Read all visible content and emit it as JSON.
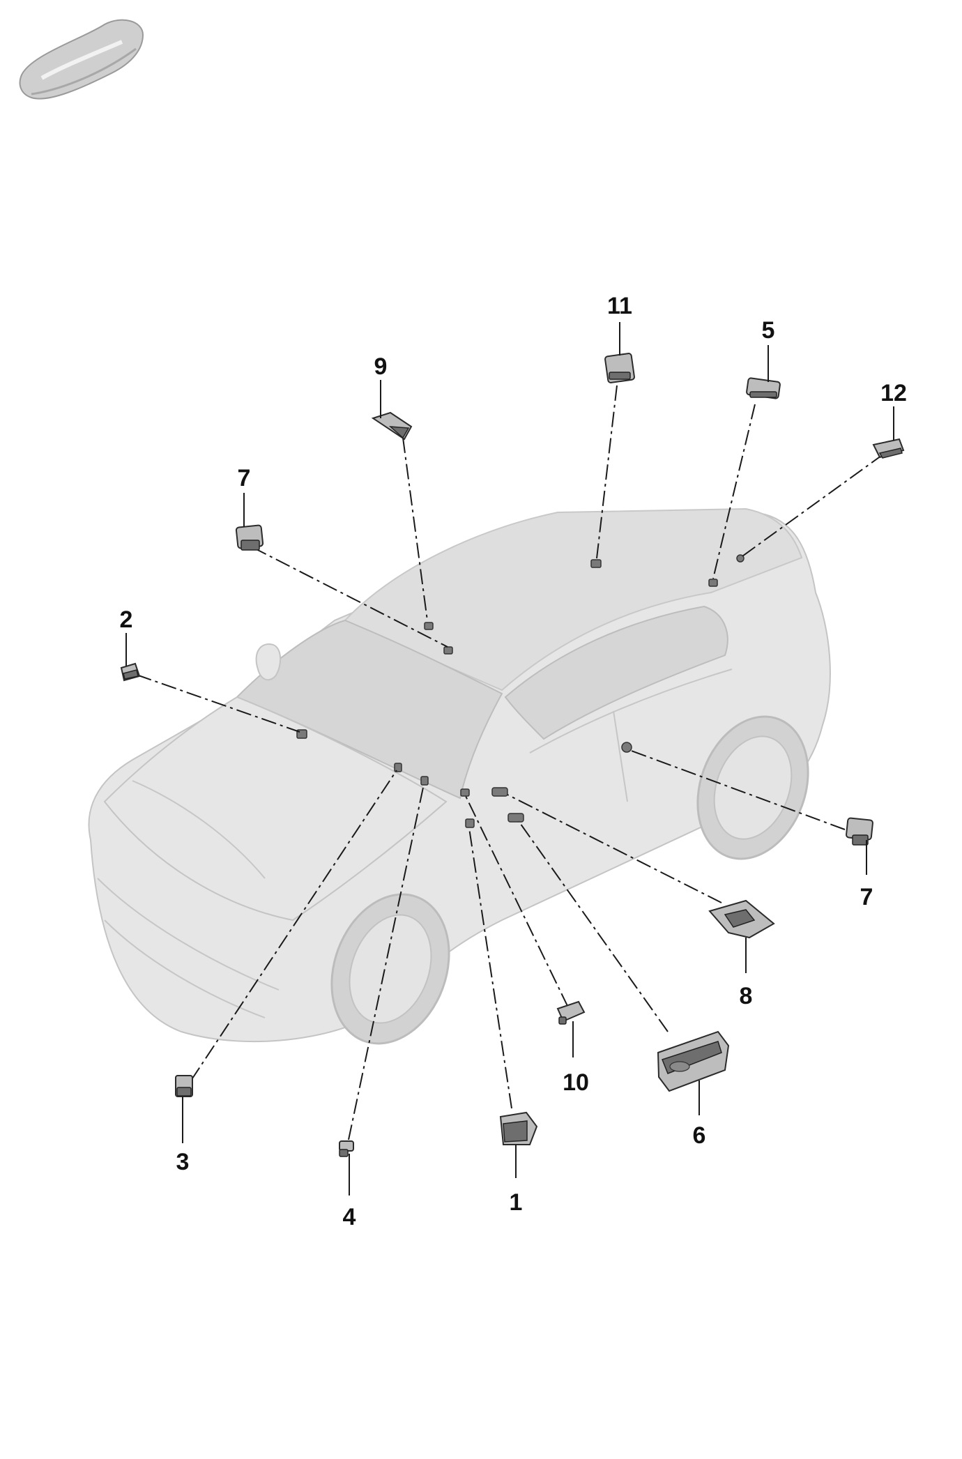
{
  "callouts": {
    "c1": "1",
    "c2": "2",
    "c3": "3",
    "c4": "4",
    "c5": "5",
    "c6": "6",
    "c7a": "7",
    "c7b": "7",
    "c8": "8",
    "c9": "9",
    "c10": "10",
    "c11": "11",
    "c12": "12"
  },
  "colors": {
    "background": "#ffffff",
    "vehicle_body": "#e6e6e6",
    "part_fill": "#bdbdbd",
    "leader_line": "#1a1a1a",
    "label_text": "#111111"
  },
  "icons": {
    "thumbnail": "car-silhouette-icon",
    "vehicle": "suv-coupe-outline"
  }
}
